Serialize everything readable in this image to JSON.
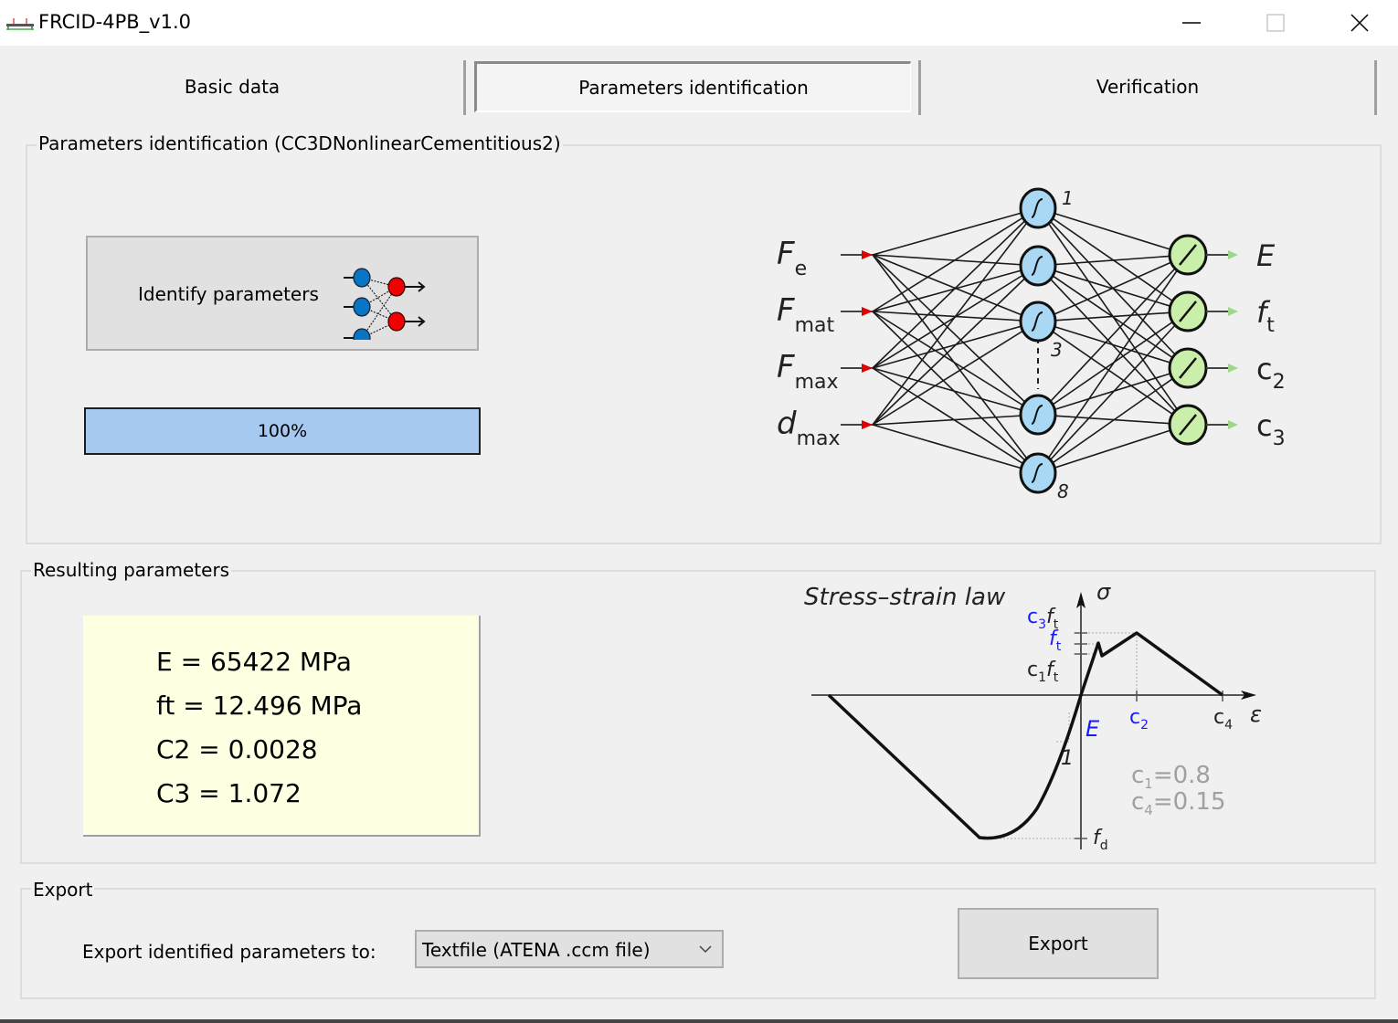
{
  "window": {
    "title": "FRCID-4PB_v1.0",
    "controls": [
      "minimize",
      "maximize",
      "close"
    ]
  },
  "tabs": [
    {
      "label": "Basic data",
      "active": false
    },
    {
      "label": "Parameters identification",
      "active": true
    },
    {
      "label": "Verification",
      "active": false
    }
  ],
  "identification": {
    "group_title": "Parameters identification (CC3DNonlinearCementitious2)",
    "identify_button_label": "Identify parameters",
    "progress_percent": 100,
    "progress_text": "100%",
    "network": {
      "inputs": [
        {
          "base": "F",
          "sub": "e"
        },
        {
          "base": "F",
          "sub": "mat"
        },
        {
          "base": "F",
          "sub": "max"
        },
        {
          "base": "d",
          "sub": "max"
        }
      ],
      "hidden_labels": [
        "1",
        "3",
        "8"
      ],
      "outputs": [
        {
          "base": "E",
          "sub": ""
        },
        {
          "base": "f",
          "sub": "t"
        },
        {
          "base": "c",
          "sub": "2"
        },
        {
          "base": "c",
          "sub": "3"
        }
      ],
      "colors": {
        "hidden": "#a9d8f5",
        "output": "#c9efaa",
        "input_arrow": "#e00000",
        "output_arrow": "#9dd88a"
      }
    }
  },
  "results": {
    "group_title": "Resulting parameters",
    "lines": [
      "E = 65422 MPa",
      "ft = 12.496 MPa",
      "C2 = 0.0028",
      "C3 = 1.072"
    ],
    "diagram": {
      "title": "Stress–strain law",
      "y_axis": "σ",
      "x_axis": "ε",
      "labels": {
        "c3ft": {
          "base": "c",
          "sub": "3",
          "base2": "f",
          "sub2": "t"
        },
        "ft": {
          "base": "f",
          "sub": "t"
        },
        "c1ft": {
          "base": "c",
          "sub": "1",
          "base2": "f",
          "sub2": "t"
        },
        "E": "E",
        "one": "1",
        "c2": {
          "base": "c",
          "sub": "2"
        },
        "c4": {
          "base": "c",
          "sub": "4"
        },
        "fd": {
          "base": "f",
          "sub": "d"
        }
      },
      "constants": [
        {
          "base": "c",
          "sub": "1",
          "value": "=0.8"
        },
        {
          "base": "c",
          "sub": "4",
          "value": "=0.15"
        }
      ],
      "colors": {
        "highlight": "#1a1aff",
        "constants": "#a0a0a0"
      }
    }
  },
  "export": {
    "group_title": "Export",
    "label": "Export identified parameters to:",
    "selected_option": "Textfile (ATENA .ccm file)",
    "button_label": "Export"
  }
}
